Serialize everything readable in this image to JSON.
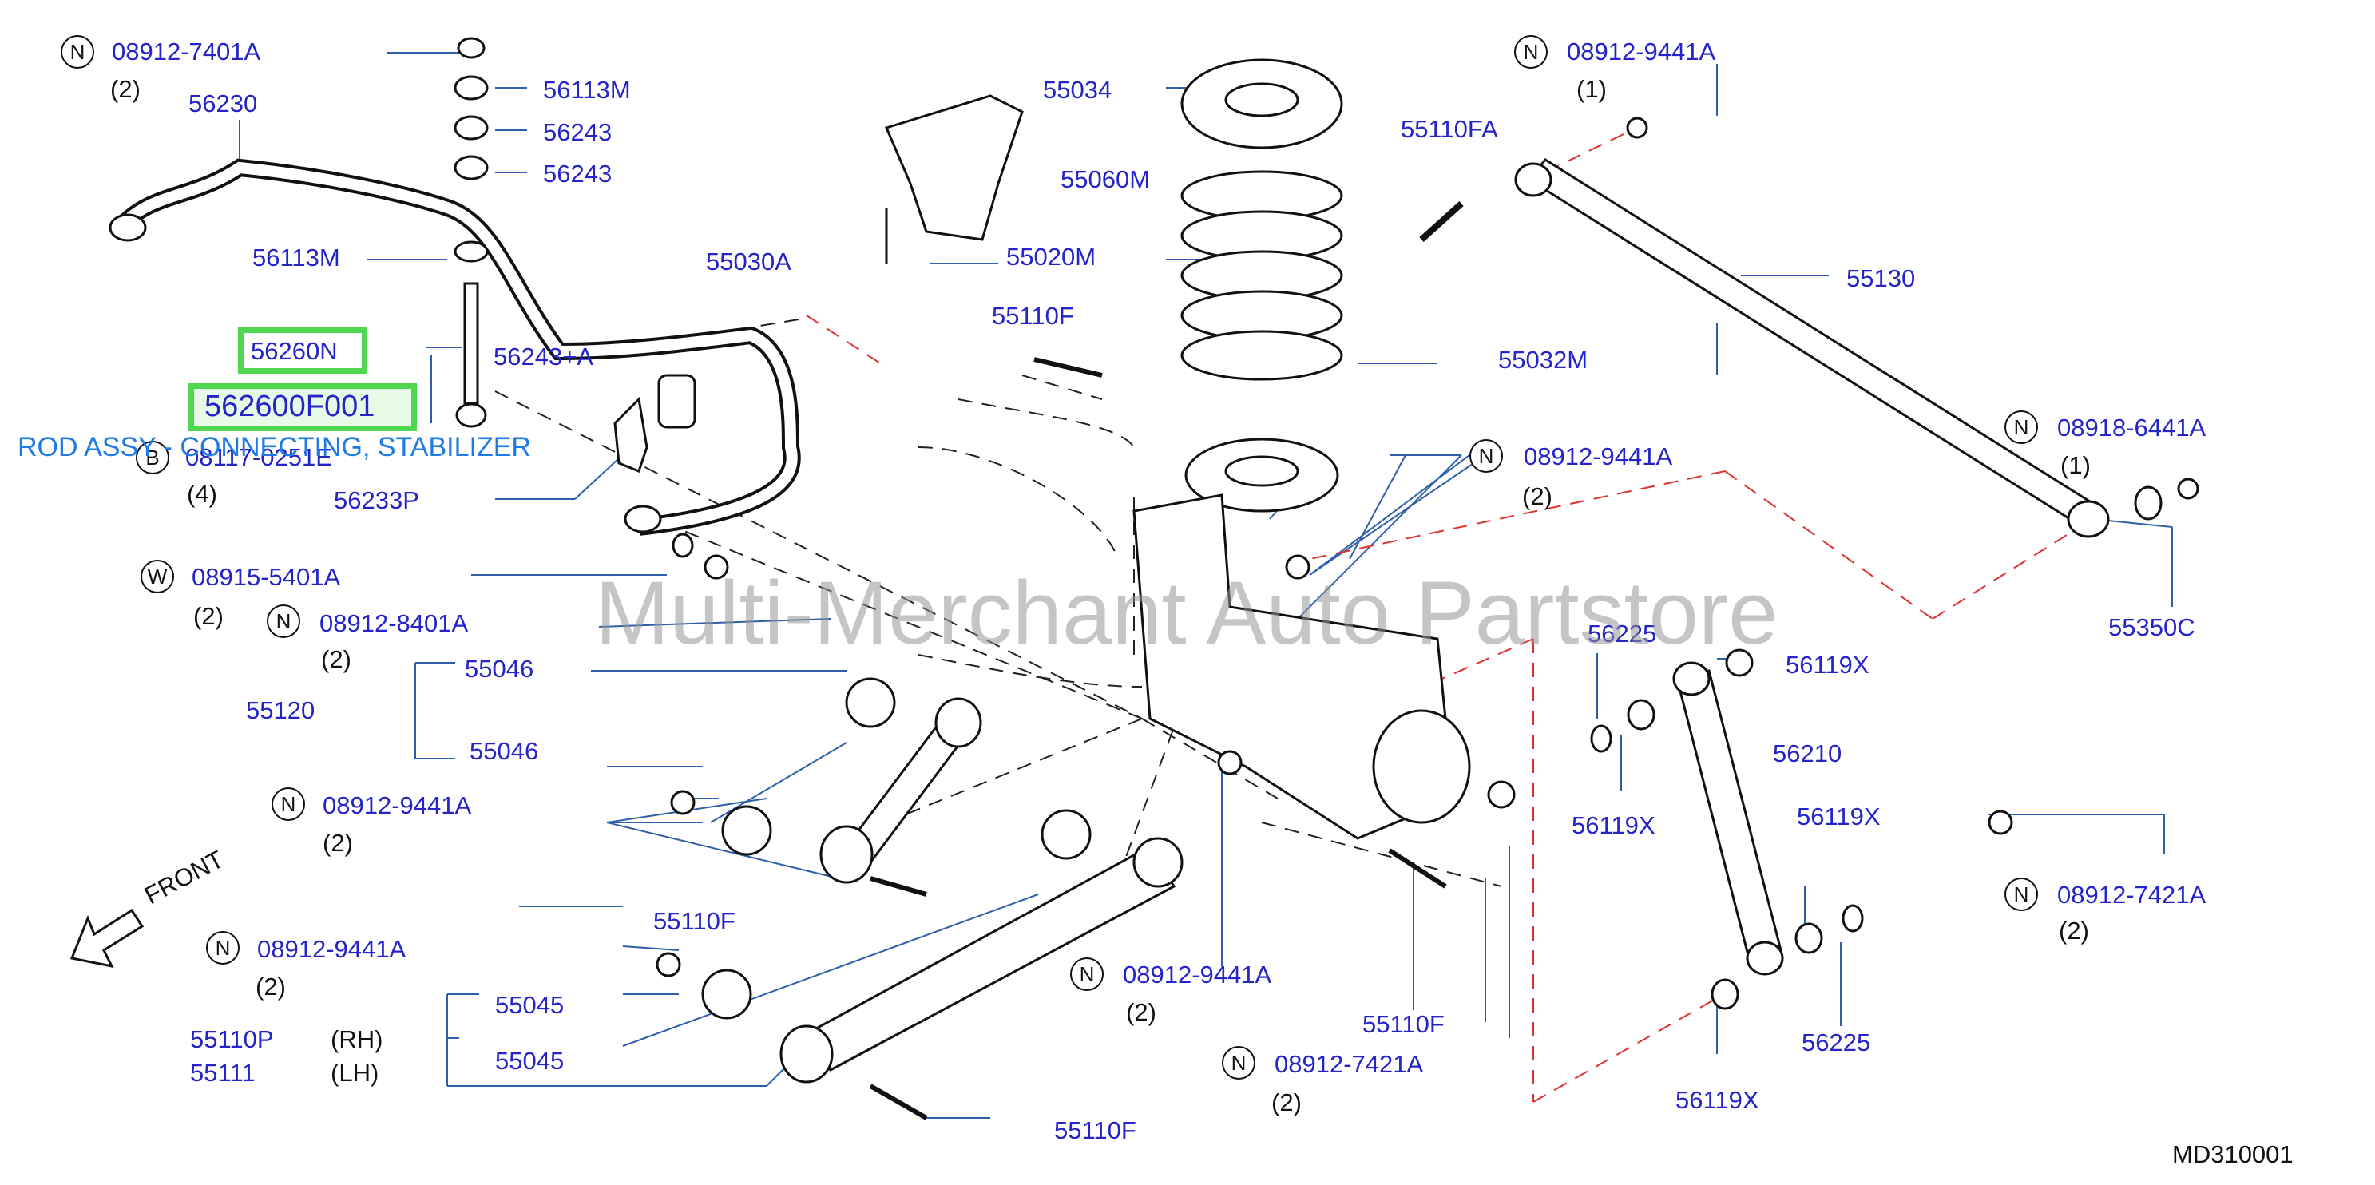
{
  "callouts": [
    {
      "id": "n-08912-7401a",
      "marker": "N",
      "part": "08912-7401A",
      "qty": "(2)"
    },
    {
      "id": "n-08912-9441a-top",
      "marker": "N",
      "part": "08912-9441A",
      "qty": "(1)"
    },
    {
      "id": "n-08918-6441a",
      "marker": "N",
      "part": "08918-6441A",
      "qty": "(1)"
    },
    {
      "id": "n-08912-9441a-mid",
      "marker": "N",
      "part": "08912-9441A",
      "qty": "(2)"
    },
    {
      "id": "b-08117-0251e",
      "marker": "B",
      "part": "08117-0251E",
      "qty": "(4)"
    },
    {
      "id": "w-08915-5401a",
      "marker": "W",
      "part": "08915-5401A",
      "qty": "(2)"
    },
    {
      "id": "n-08912-8401a",
      "marker": "N",
      "part": "08912-8401A",
      "qty": "(2)"
    },
    {
      "id": "n-08912-9441a-left",
      "marker": "N",
      "part": "08912-9441A",
      "qty": "(2)"
    },
    {
      "id": "n-08912-9441a-low",
      "marker": "N",
      "part": "08912-9441A",
      "qty": "(2)"
    },
    {
      "id": "n-08912-9441a-center",
      "marker": "N",
      "part": "08912-9441A",
      "qty": "(2)"
    },
    {
      "id": "n-08912-7421a-center",
      "marker": "N",
      "part": "08912-7421A",
      "qty": "(2)"
    },
    {
      "id": "n-08912-7421a-right",
      "marker": "N",
      "part": "08912-7421A",
      "qty": "(2)"
    }
  ],
  "parts": {
    "p56230": "56230",
    "p56113m_top": "56113M",
    "p56243_a": "56243",
    "p56243_b": "56243",
    "p56113m_mid": "56113M",
    "p56260n": "56260N",
    "p562600f001": "562600F001",
    "p56243a": "56243+A",
    "p56233p": "56233P",
    "p55034": "55034",
    "p55060m": "55060M",
    "p55030a": "55030A",
    "p55020m": "55020M",
    "p55110f_top": "55110F",
    "p55032m": "55032M",
    "p55110fa": "55110FA",
    "p55130": "55130",
    "p55350c": "55350C",
    "p55046_a": "55046",
    "p55120": "55120",
    "p55046_b": "55046",
    "p55110f_mid": "55110F",
    "p56225_a": "56225",
    "p56119x_a": "56119X",
    "p56210": "56210",
    "p56119x_b": "56119X",
    "p56119x_c": "56119X",
    "p55110f_right": "55110F",
    "p56225_b": "56225",
    "p56119x_d": "56119X",
    "p55045_a": "55045",
    "p55045_b": "55045",
    "p55110p": "55110P",
    "p55111": "55111",
    "p55110f_bottom": "55110F"
  },
  "sides": {
    "rh": "(RH)",
    "lh": "(LH)"
  },
  "rod_label": "ROD ASSY - CONNECTING, STABILIZER",
  "front_label": "FRONT",
  "watermark": "Multi-Merchant Auto Partstore",
  "diagram_code": "MD310001",
  "colors": {
    "label": "#2424c8",
    "highlight": "#4fd84f",
    "rod": "#1e7ae6",
    "guide": "#e03030"
  }
}
